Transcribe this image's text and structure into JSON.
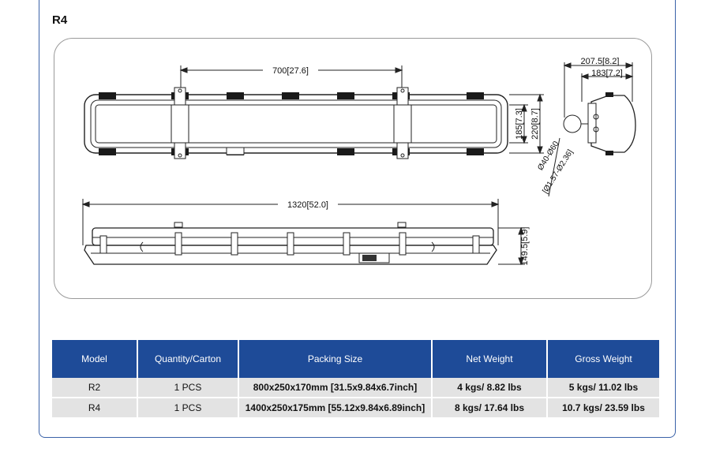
{
  "model_title": "R4",
  "dimensions": {
    "top_length": "700[27.6]",
    "total_length": "1320[52.0]",
    "height_inner": "185[7.3]",
    "height_outer": "220[8.7]",
    "base_height": "149.5[5.9]",
    "side_outer": "207.5[8.2]",
    "side_inner": "183[7.2]",
    "pipe_mm": "Ø40-Ø60",
    "pipe_in": "[Ø1.57-Ø2.36]"
  },
  "table": {
    "headers": [
      "Model",
      "Quantity/Carton",
      "Packing Size",
      "Net Weight",
      "Gross Weight"
    ],
    "rows": [
      [
        "R2",
        "1 PCS",
        "800x250x170mm [31.5x9.84x6.7inch]",
        "4 kgs/ 8.82 lbs",
        "5 kgs/ 11.02 lbs"
      ],
      [
        "R4",
        "1 PCS",
        "1400x250x175mm [55.12x9.84x6.89inch]",
        "8 kgs/ 17.64 lbs",
        "10.7 kgs/ 23.59 lbs"
      ]
    ]
  }
}
